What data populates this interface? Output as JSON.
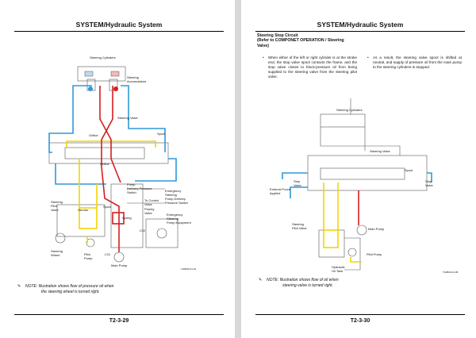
{
  "left_page": {
    "header": "SYSTEM/Hydraulic System",
    "footer": "T2-3-29",
    "note_label": "NOTE:",
    "note_text_1": "Illustration shows flow of pressure oil when",
    "note_text_2": "the steering wheel is turned right.",
    "figure_id": "TH0840-01-01",
    "labels": {
      "steering_cylinders": "Steering Cylinders",
      "steering_accumulators_1": "Steering",
      "steering_accumulators_2": "Accumulators",
      "steering_valve": "Steering Valve",
      "orifice_top": "Orifice",
      "spool_top": "Spool",
      "orifice_bottom": "Orifice",
      "pump_delivery_1": "Pump",
      "pump_delivery_2": "Delivery Pressure",
      "pump_delivery_3": "Switch",
      "emergency_1": "Emergency",
      "emergency_2": "Steering",
      "emergency_3": "Pump Delivery",
      "emergency_4": "Pressure Switch",
      "steering_pilot_1": "Steering",
      "steering_pilot_2": "Pilot",
      "steering_pilot_3": "Valve",
      "gerotor": "Gerotor",
      "spool_mid": "Spool",
      "to_control_1": "To Control",
      "to_control_2": "Valve",
      "priority_1": "Priority",
      "priority_2": "Valve",
      "spring": "Spring",
      "emergency_eq_1": "Emergency",
      "emergency_eq_2": "Steering",
      "emergency_eq_3": "Pump Equipment",
      "ls2": "LS2",
      "ls1": "LS1",
      "steering_wheel_1": "Steering",
      "steering_wheel_2": "Wheel",
      "pilot_pump_1": "Pilot",
      "pilot_pump_2": "Pump",
      "main_pump": "Main Pump"
    }
  },
  "right_page": {
    "header": "SYSTEM/Hydraulic System",
    "footer": "T2-3-30",
    "section_title_1": "Steering Stop Circuit",
    "section_title_2": "(Refer to COMPONET OPERATION / Steering",
    "section_title_3": "Valve)",
    "bullet_left": "When either of the left or right cylinder is at the stroke end, the stop valve spool contacts the frame, and the stop valve closes to block-pressure oil from being supplied to the steering valve from the steering pilot valve.",
    "bullet_right": "As a result, the steering valve spool is shifted at neutral, and supply of pressure oil from the main pump to the steering cylinders is stopped.",
    "note_label": "NOTE:",
    "note_text_1": "Illustration shows flow of oil when",
    "note_text_2": "steering valve is turned right.",
    "figure_id": "TH0840-01-08",
    "labels": {
      "steering_cylinders": "Steering Cylinders",
      "steering_valve": "Steering Valve",
      "spool": "Spool",
      "stop_valve_l_1": "Stop",
      "stop_valve_l_2": "Valve",
      "stop_valve_r_1": "Stop",
      "stop_valve_r_2": "Valve",
      "external_force_1": "External Force",
      "external_force_2": "Applied",
      "main_pump": "Main Pump",
      "steering_pilot_1": "Steering",
      "steering_pilot_2": "Pilot Valve",
      "hydraulic_tank_1": "Hydraulic",
      "hydraulic_tank_2": "Oil Tank",
      "pilot_pump": "Pilot Pump"
    }
  },
  "colors": {
    "pressure_red": "#d42020",
    "pilot_yellow": "#f2d500",
    "return_blue": "#2e9ad6",
    "line_gray": "#555555"
  }
}
